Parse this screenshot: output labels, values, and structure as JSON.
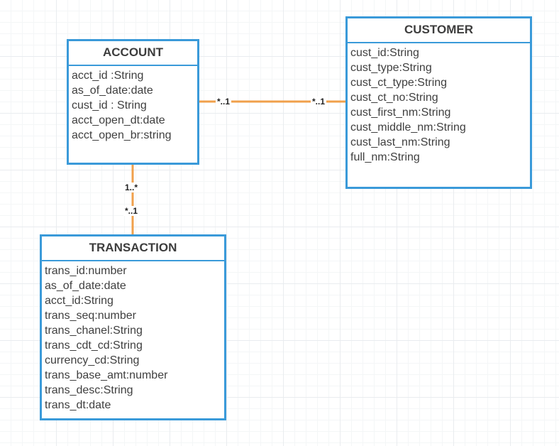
{
  "entities": {
    "account": {
      "title": "ACCOUNT",
      "attributes": [
        "acct_id :String",
        "as_of_date:date",
        "cust_id : String",
        "acct_open_dt:date",
        "acct_open_br:string"
      ]
    },
    "customer": {
      "title": "CUSTOMER",
      "attributes": [
        "cust_id:String",
        "cust_type:String",
        "cust_ct_type:String",
        "cust_ct_no:String",
        "cust_first_nm:String",
        "cust_middle_nm:String",
        "cust_last_nm:String",
        "full_nm:String"
      ]
    },
    "transaction": {
      "title": "TRANSACTION",
      "attributes": [
        "trans_id:number",
        "as_of_date:date",
        "acct_id:String",
        "trans_seq:number",
        "trans_chanel:String",
        "trans_cdt_cd:String",
        "currency_cd:String",
        "trans_base_amt:number",
        "trans_desc:String",
        "trans_dt:date"
      ]
    }
  },
  "relationships": {
    "account_customer": {
      "account_end": "*..1",
      "customer_end": "*..1"
    },
    "account_transaction": {
      "account_end": "1..*",
      "transaction_end": "*..1"
    }
  },
  "colors": {
    "entity_border": "#3a9ad9",
    "connector": "#f0a04b",
    "text": "#3f3f3f"
  }
}
